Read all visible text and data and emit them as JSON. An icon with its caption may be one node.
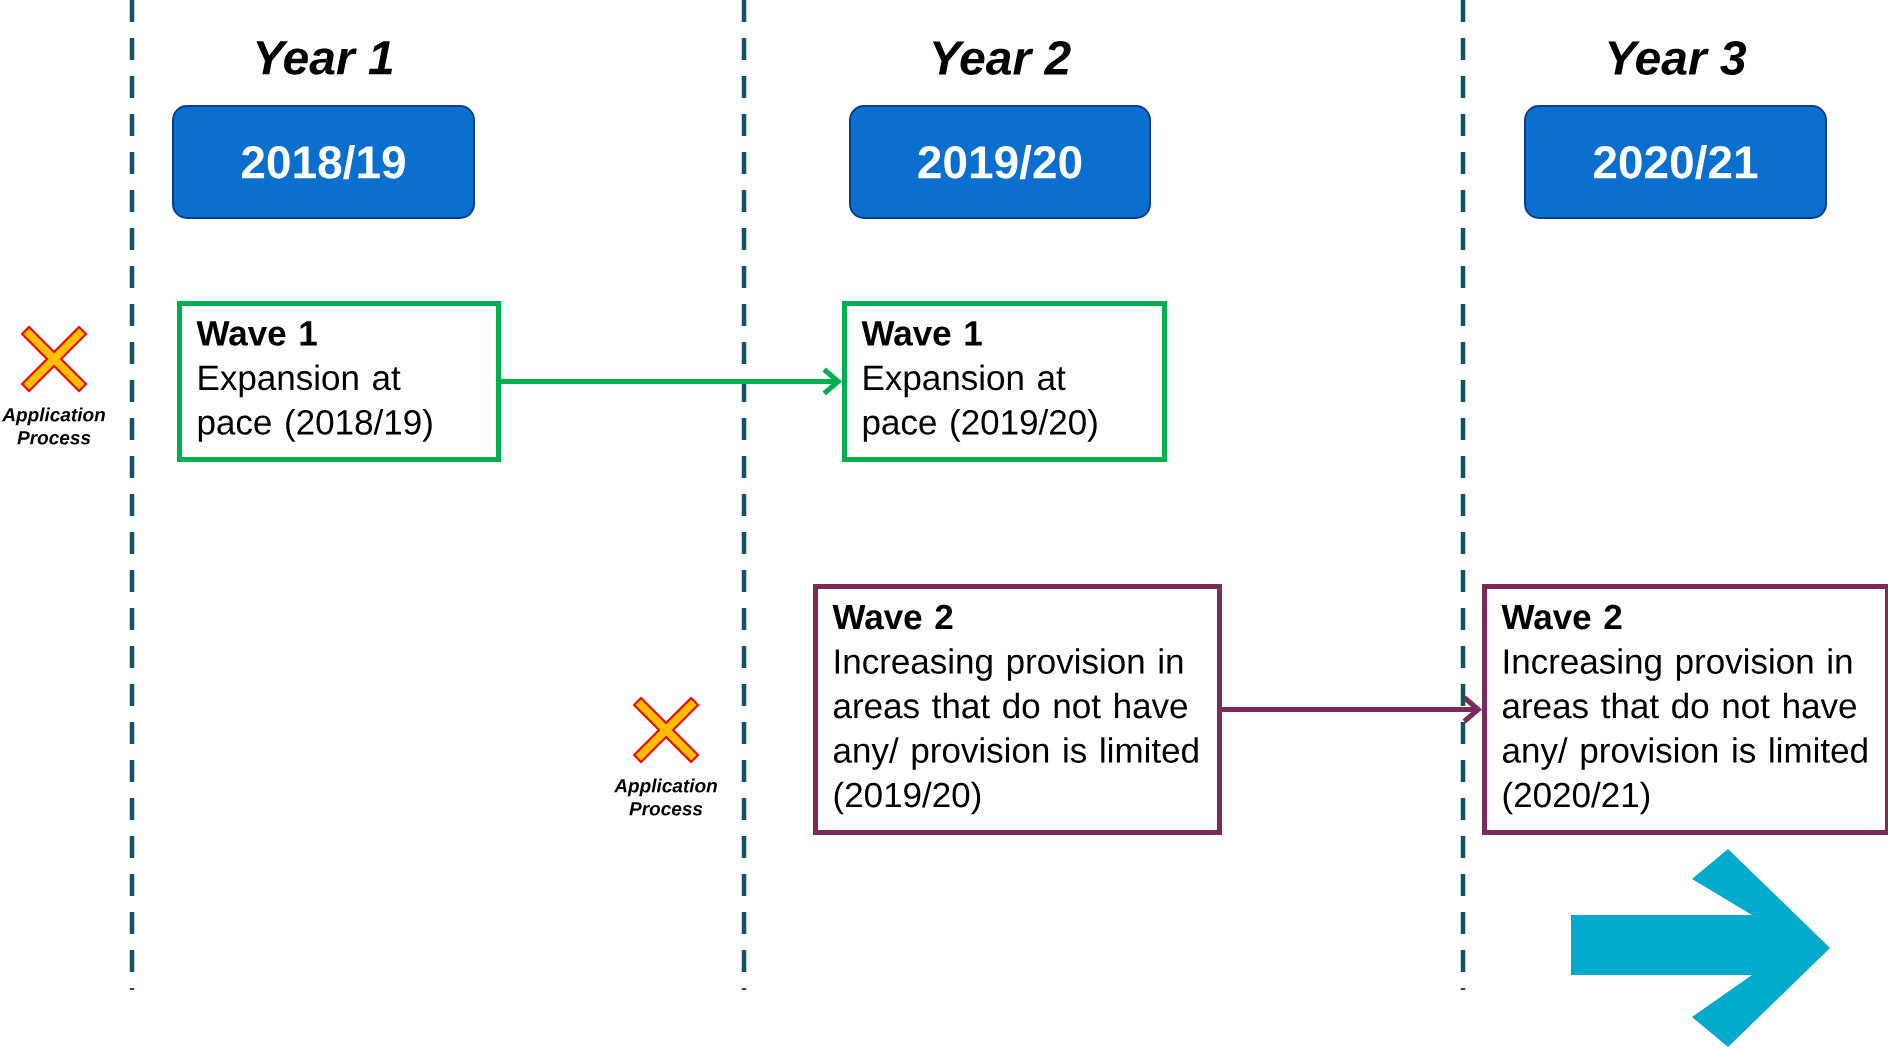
{
  "diagram": {
    "nodes": [
      {
        "text": [
          "Year 1",
          "2018/19"
        ]
      },
      {
        "text": [
          "Year 2",
          "2019/20"
        ]
      },
      {
        "text": [
          "Year 3",
          "2020/21"
        ]
      },
      {
        "text": [
          "Wave 1",
          "Expansion at pace (2018/19)"
        ]
      },
      {
        "text": [
          "Wave 1",
          "Expansion at pace (2019/20)"
        ]
      },
      {
        "text": [
          "Wave 2",
          "Increasing provision in areas that do not have any/ provision is limited (2019/20)"
        ]
      },
      {
        "text": [
          "Wave 2",
          "Increasing provision in areas that do not have any/ provision is limited (2020/21)"
        ]
      }
    ],
    "edges": [
      {
        "from": 3,
        "to": 4,
        "arrow": "to",
        "color": "#00b050"
      },
      {
        "from": 5,
        "to": 6,
        "arrow": "to",
        "color": "#7b2a5a"
      }
    ],
    "labels": [
      "Application Process",
      "Application Process"
    ]
  }
}
